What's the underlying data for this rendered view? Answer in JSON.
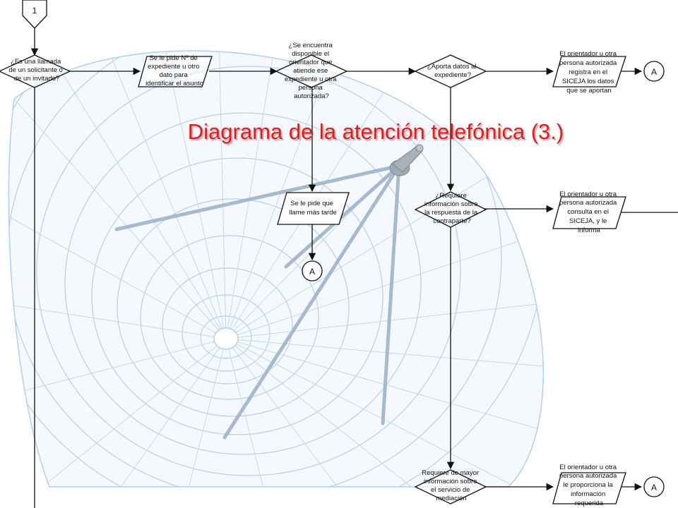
{
  "title": "Diagrama de la atención telefónica (3.)",
  "connectors": {
    "start": "1",
    "goto_a_1": "A",
    "goto_a_2": "A",
    "goto_a_3": "A"
  },
  "decisions": {
    "caller_type": [
      "¿Es una llamada",
      "de un solicitante o",
      "de un invitado?"
    ],
    "counselor_available": [
      "¿Se encuentra",
      "disponible el",
      "orientador que",
      "atiende ese",
      "expediente u otra",
      "persona",
      "autorizada?"
    ],
    "provides_data": [
      "¿Aporta datos al",
      "expediente?"
    ],
    "requires_counterpart_info": [
      "¿Requiere",
      "información sobre",
      "la respuesta de la",
      "contraparte?"
    ],
    "requires_mediation_info": [
      "Requiere de mayor",
      "información sobre",
      "el servicio de",
      "mediación"
    ]
  },
  "processes": {
    "ask_file_number": [
      "Se le pide Nº de",
      "expediente u otro",
      "dato para",
      "identificar el asunto"
    ],
    "call_later": [
      "Se le pide que",
      "llame más tarde"
    ],
    "register_data": [
      "El orientador u otra",
      "persona autorizada",
      "registra en el",
      "SICEJA los datos",
      "que se aportan"
    ],
    "consult_siceja": [
      "El orientador u otra",
      "persona autorizada",
      "consulta en el",
      "SICEJA, y le",
      "informa"
    ],
    "provide_info": [
      "El orientador u otra",
      "persona autorizada",
      "le proporciona la",
      "información",
      "requerida"
    ]
  },
  "colors": {
    "title": "#e41c1c",
    "watermark": "#9cbde0",
    "line": "#111111"
  },
  "icons": {
    "watermark": "satellite-dish-icon"
  }
}
